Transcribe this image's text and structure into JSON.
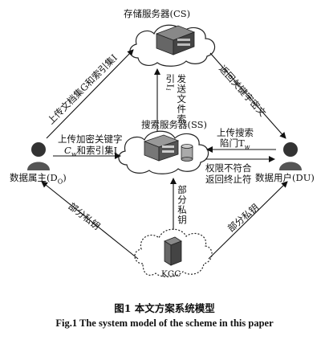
{
  "nodes": {
    "cs": "存储服务器(CS)",
    "ss": "搜索服务器(SS)",
    "do_owner": "数据属主(D",
    "do_sub": "O",
    "do_close": ")",
    "du": "数据用户(DU)",
    "kgc": "KGC"
  },
  "edges": {
    "do_to_cs": "上传文档集G和索引集I",
    "do_to_ss_line1": "上传加密关键字",
    "do_to_ss_line2": "C",
    "do_to_ss_line2_sub": "w",
    "do_to_ss_line2_tail": "和索引集I",
    "ss_to_cs": "发送文件索引I",
    "ss_to_cs_sub": "i",
    "cs_to_du": "返回关键字密文",
    "du_to_ss_line1": "上传搜索",
    "du_to_ss_line2": "陷门T",
    "du_to_ss_line2_sub": "w",
    "ss_to_du_line1": "权限不符合",
    "ss_to_du_line2": "返回终止符",
    "kgc_to_do": "部分私钥",
    "kgc_to_ss": "部分私钥",
    "kgc_to_du": "部分私钥"
  },
  "caption": {
    "cn": "图1    本文方案系统模型",
    "en": "Fig.1    The system model of the scheme in this paper"
  }
}
